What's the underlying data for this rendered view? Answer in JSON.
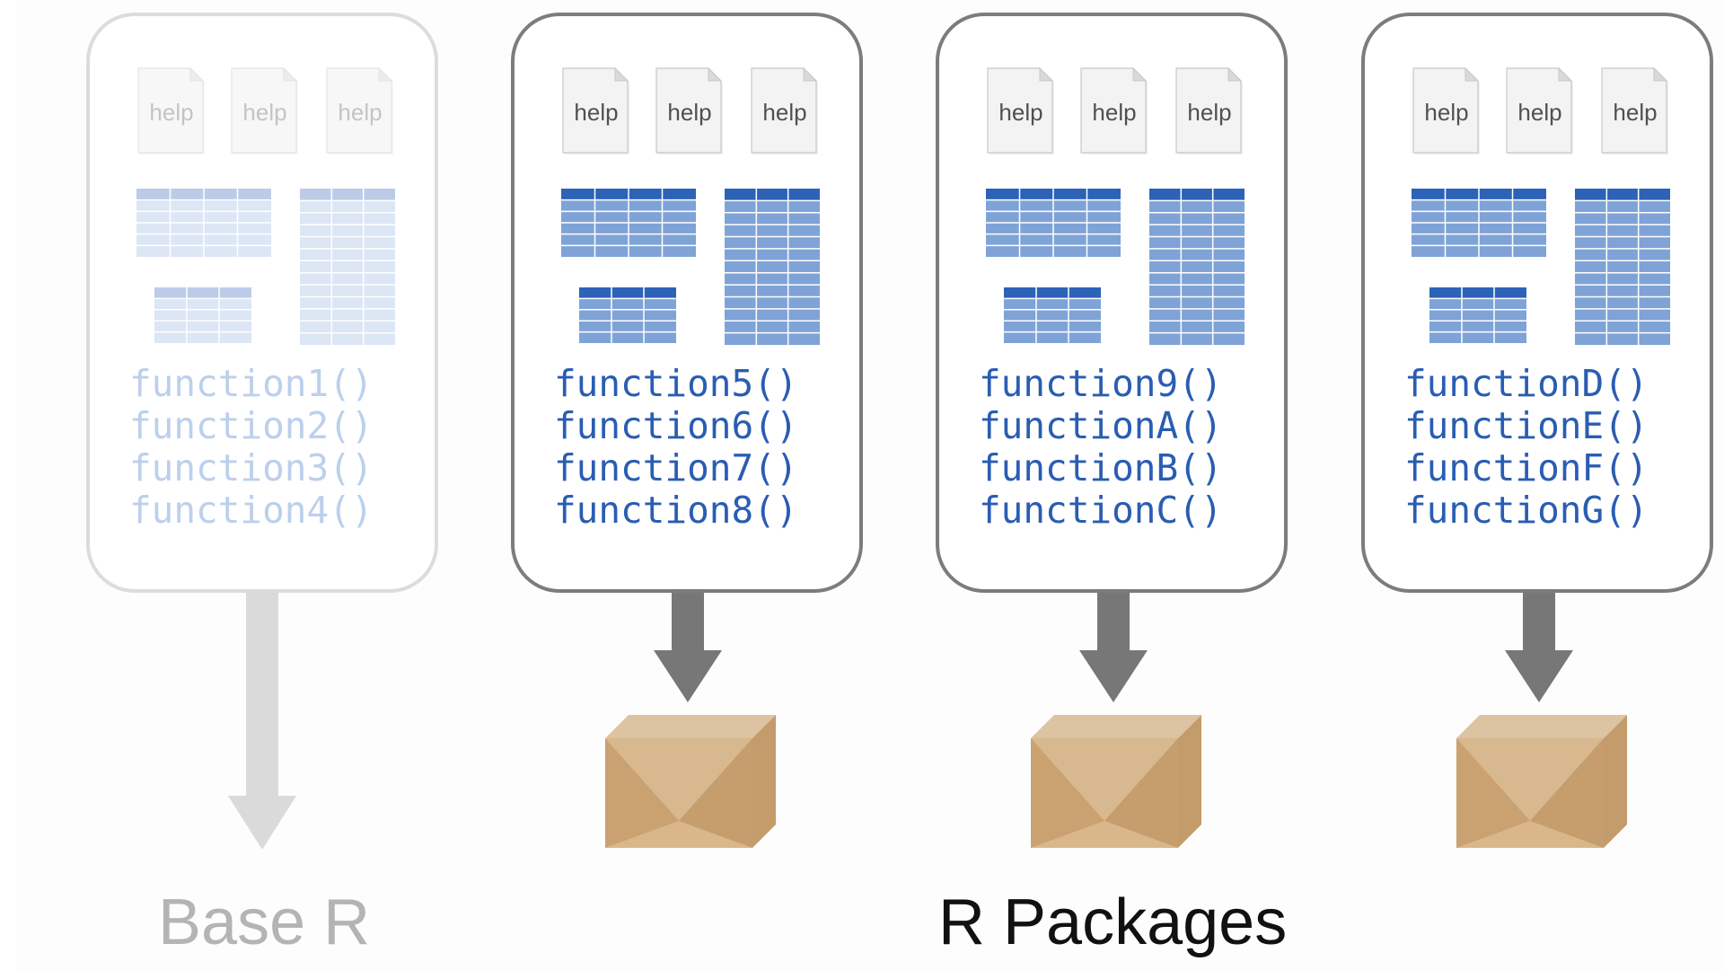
{
  "colors": {
    "faded_border": "#dcdcdc",
    "active_border": "#7c7c80",
    "function_blue": "#2a5db2",
    "function_faded": "#bcd0ec",
    "table_header": "#2c63b8",
    "table_body": "#7fa3d6",
    "table_faded_header": "#bccce8",
    "table_faded_body": "#dce6f4",
    "arrow_dark": "#777777",
    "arrow_light": "#dadada",
    "box_tan": "#d7b182"
  },
  "packages": [
    {
      "style": "faded",
      "help": [
        "help",
        "help",
        "help"
      ],
      "functions": [
        "function1()",
        "function2()",
        "function3()",
        "function4()"
      ]
    },
    {
      "style": "active",
      "help": [
        "help",
        "help",
        "help"
      ],
      "functions": [
        "function5()",
        "function6()",
        "function7()",
        "function8()"
      ]
    },
    {
      "style": "active",
      "help": [
        "help",
        "help",
        "help"
      ],
      "functions": [
        "function9()",
        "functionA()",
        "functionB()",
        "functionC()"
      ]
    },
    {
      "style": "active",
      "help": [
        "help",
        "help",
        "help"
      ],
      "functions": [
        "functionD()",
        "functionE()",
        "functionF()",
        "functionG()"
      ]
    }
  ],
  "labels": {
    "base_r": "Base R",
    "r_packages": "R Packages"
  },
  "icons": {
    "help_doc": "document-icon",
    "data_table": "table-icon",
    "arrow": "arrow-down-icon",
    "package": "package-box-icon"
  }
}
